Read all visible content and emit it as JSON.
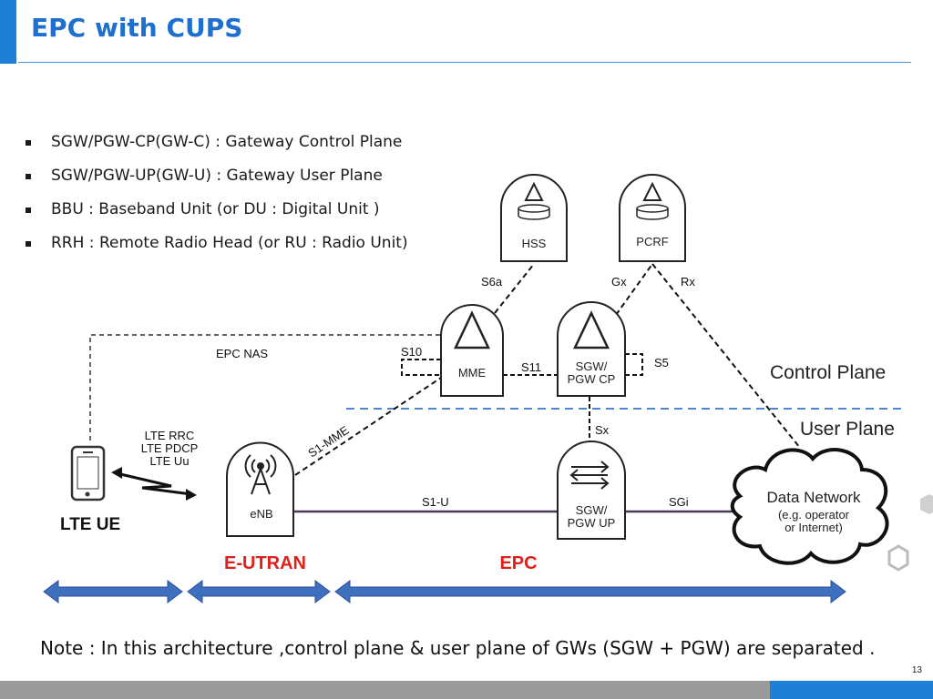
{
  "slide": {
    "title": "EPC with CUPS",
    "page_number": "13",
    "note": "Note : In this architecture ,control plane  & user plane of GWs (SGW + PGW) are  separated ."
  },
  "bullets": [
    "SGW/PGW-CP(GW-C) : Gateway Control Plane",
    "SGW/PGW-UP(GW-U) : Gateway User Plane",
    "BBU : Baseband  Unit (or DU : Digital Unit )",
    "RRH : Remote Radio Head (or RU : Radio Unit)"
  ],
  "nodes": {
    "hss": "HSS",
    "pcrf": "PCRF",
    "mme": "MME",
    "sgw_cp_line1": "SGW/",
    "sgw_cp_line2": "PGW CP",
    "sgw_up_line1": "SGW/",
    "sgw_up_line2": "PGW UP",
    "enb": "eNB",
    "ue": "LTE UE",
    "dn_title": "Data Network",
    "dn_sub1": "(e.g. operator",
    "dn_sub2": "or Internet)"
  },
  "interfaces": {
    "s6a": "S6a",
    "gx": "Gx",
    "rx": "Rx",
    "epc_nas": "EPC NAS",
    "s10": "S10",
    "s11": "S11",
    "s5": "S5",
    "sx": "Sx",
    "s1_mme": "S1-MME",
    "s1_u": "S1-U",
    "sgi": "SGi",
    "lte_rrc": "LTE RRC",
    "lte_pdcp": "LTE PDCP",
    "lte_uu": "LTE Uu"
  },
  "planes": {
    "control": "Control Plane",
    "user": "User Plane"
  },
  "domains": {
    "eutran": "E-UTRAN",
    "epc": "EPC"
  },
  "colors": {
    "accent_blue": "#1e7fd6",
    "domain_red": "#e0201b",
    "arrow_blue": "#3f6fbf",
    "plane_divider": "#4f86cc",
    "user_plane_line": "#4a3a5a"
  }
}
